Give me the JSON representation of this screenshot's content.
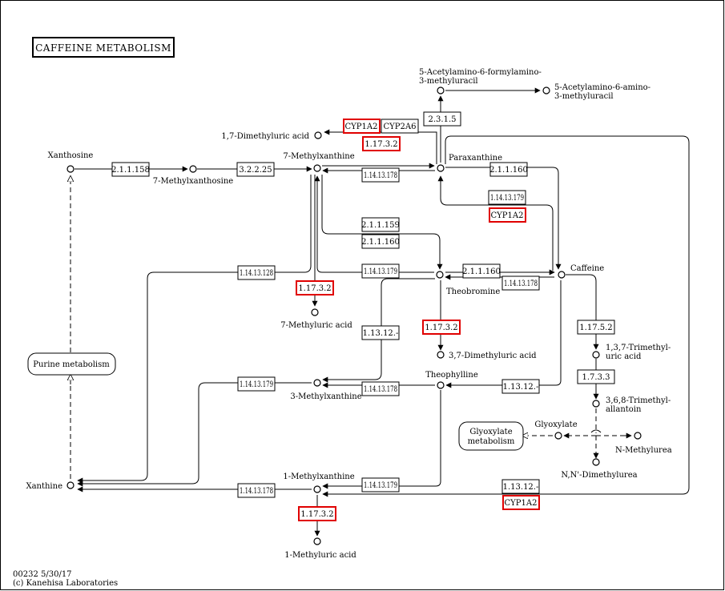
{
  "title": "CAFFEINE METABOLISM",
  "footer": {
    "map_id": "00232 5/30/17",
    "copyright": "(c) Kanehisa Laboratories"
  },
  "compounds": {
    "xanthosine": "Xanthosine",
    "methylxanthosine7": "7-Methylxanthosine",
    "methylxanthine7": "7-Methylxanthine",
    "paraxanthine": "Paraxanthine",
    "caffeine": "Caffeine",
    "theobromine": "Theobromine",
    "theophylline": "Theophylline",
    "methylxanthine3": "3-Methylxanthine",
    "methylxanthine1": "1-Methylxanthine",
    "xanthine": "Xanthine",
    "dimethyluric17": "1,7-Dimethyluric acid",
    "methyluric7": "7-Methyluric acid",
    "dimethyluric37": "3,7-Dimethyluric acid",
    "methyluric1": "1-Methyluric acid",
    "afmu_1": "5-Acetylamino-6-formylamino-",
    "afmu_2": "3-methyluracil",
    "aamu_1": "5-Acetylamino-6-amino-",
    "aamu_2": "3-methyluracil",
    "trimethyluric_1": "1,3,7-Trimethyl-",
    "trimethyluric_2": "uric acid",
    "trimethylallantoin_1": "3,6,8-Trimethyl-",
    "trimethylallantoin_2": "allantoin",
    "glyoxylate": "Glyoxylate",
    "n_methylurea": "N-Methylurea",
    "dimethylurea": "N,N'-Dimethylurea"
  },
  "pathways": {
    "purine_metabolism": "Purine metabolism",
    "glyoxylate_metabolism_1": "Glyoxylate",
    "glyoxylate_metabolism_2": "metabolism"
  },
  "enzymes": {
    "e21158": "2.1.1.158",
    "e32225": "3.2.2.25",
    "e231_5": "2.3.1.5",
    "e_px_to_7mx": "1.14.13.178",
    "e21160_a": "2.1.1.160",
    "e14179_a": "1.14.13.179",
    "e21159": "2.1.1.159",
    "e21160_b": "2.1.1.160",
    "e14128": "1.14.13.128",
    "e14179_b": "1.14.13.179",
    "e21160_c": "2.1.1.160",
    "e14178_b": "1.14.13.178",
    "e1175_2": "1.17.5.2",
    "e1733": "1.7.3.3",
    "e113_a": "1.13.12.-",
    "e14179_c": "1.14.13.179",
    "e14178_c": "1.14.13.178",
    "e113_b": "1.13.12.-",
    "e14179_d": "1.14.13.179",
    "e14178_d": "1.14.13.178",
    "e113_c": "1.13.12.-",
    "cyp2a6": "CYP2A6"
  },
  "highlighted": {
    "cyp1a2_a": "CYP1A2",
    "e1173_a": "1.17.3.2",
    "cyp1a2_b": "CYP1A2",
    "e1173_b": "1.17.3.2",
    "e1173_c": "1.17.3.2",
    "e1173_d": "1.17.3.2",
    "cyp1a2_c": "CYP1A2"
  },
  "colors": {
    "highlight": "#e00000",
    "line": "#000000",
    "background": "#ffffff"
  }
}
